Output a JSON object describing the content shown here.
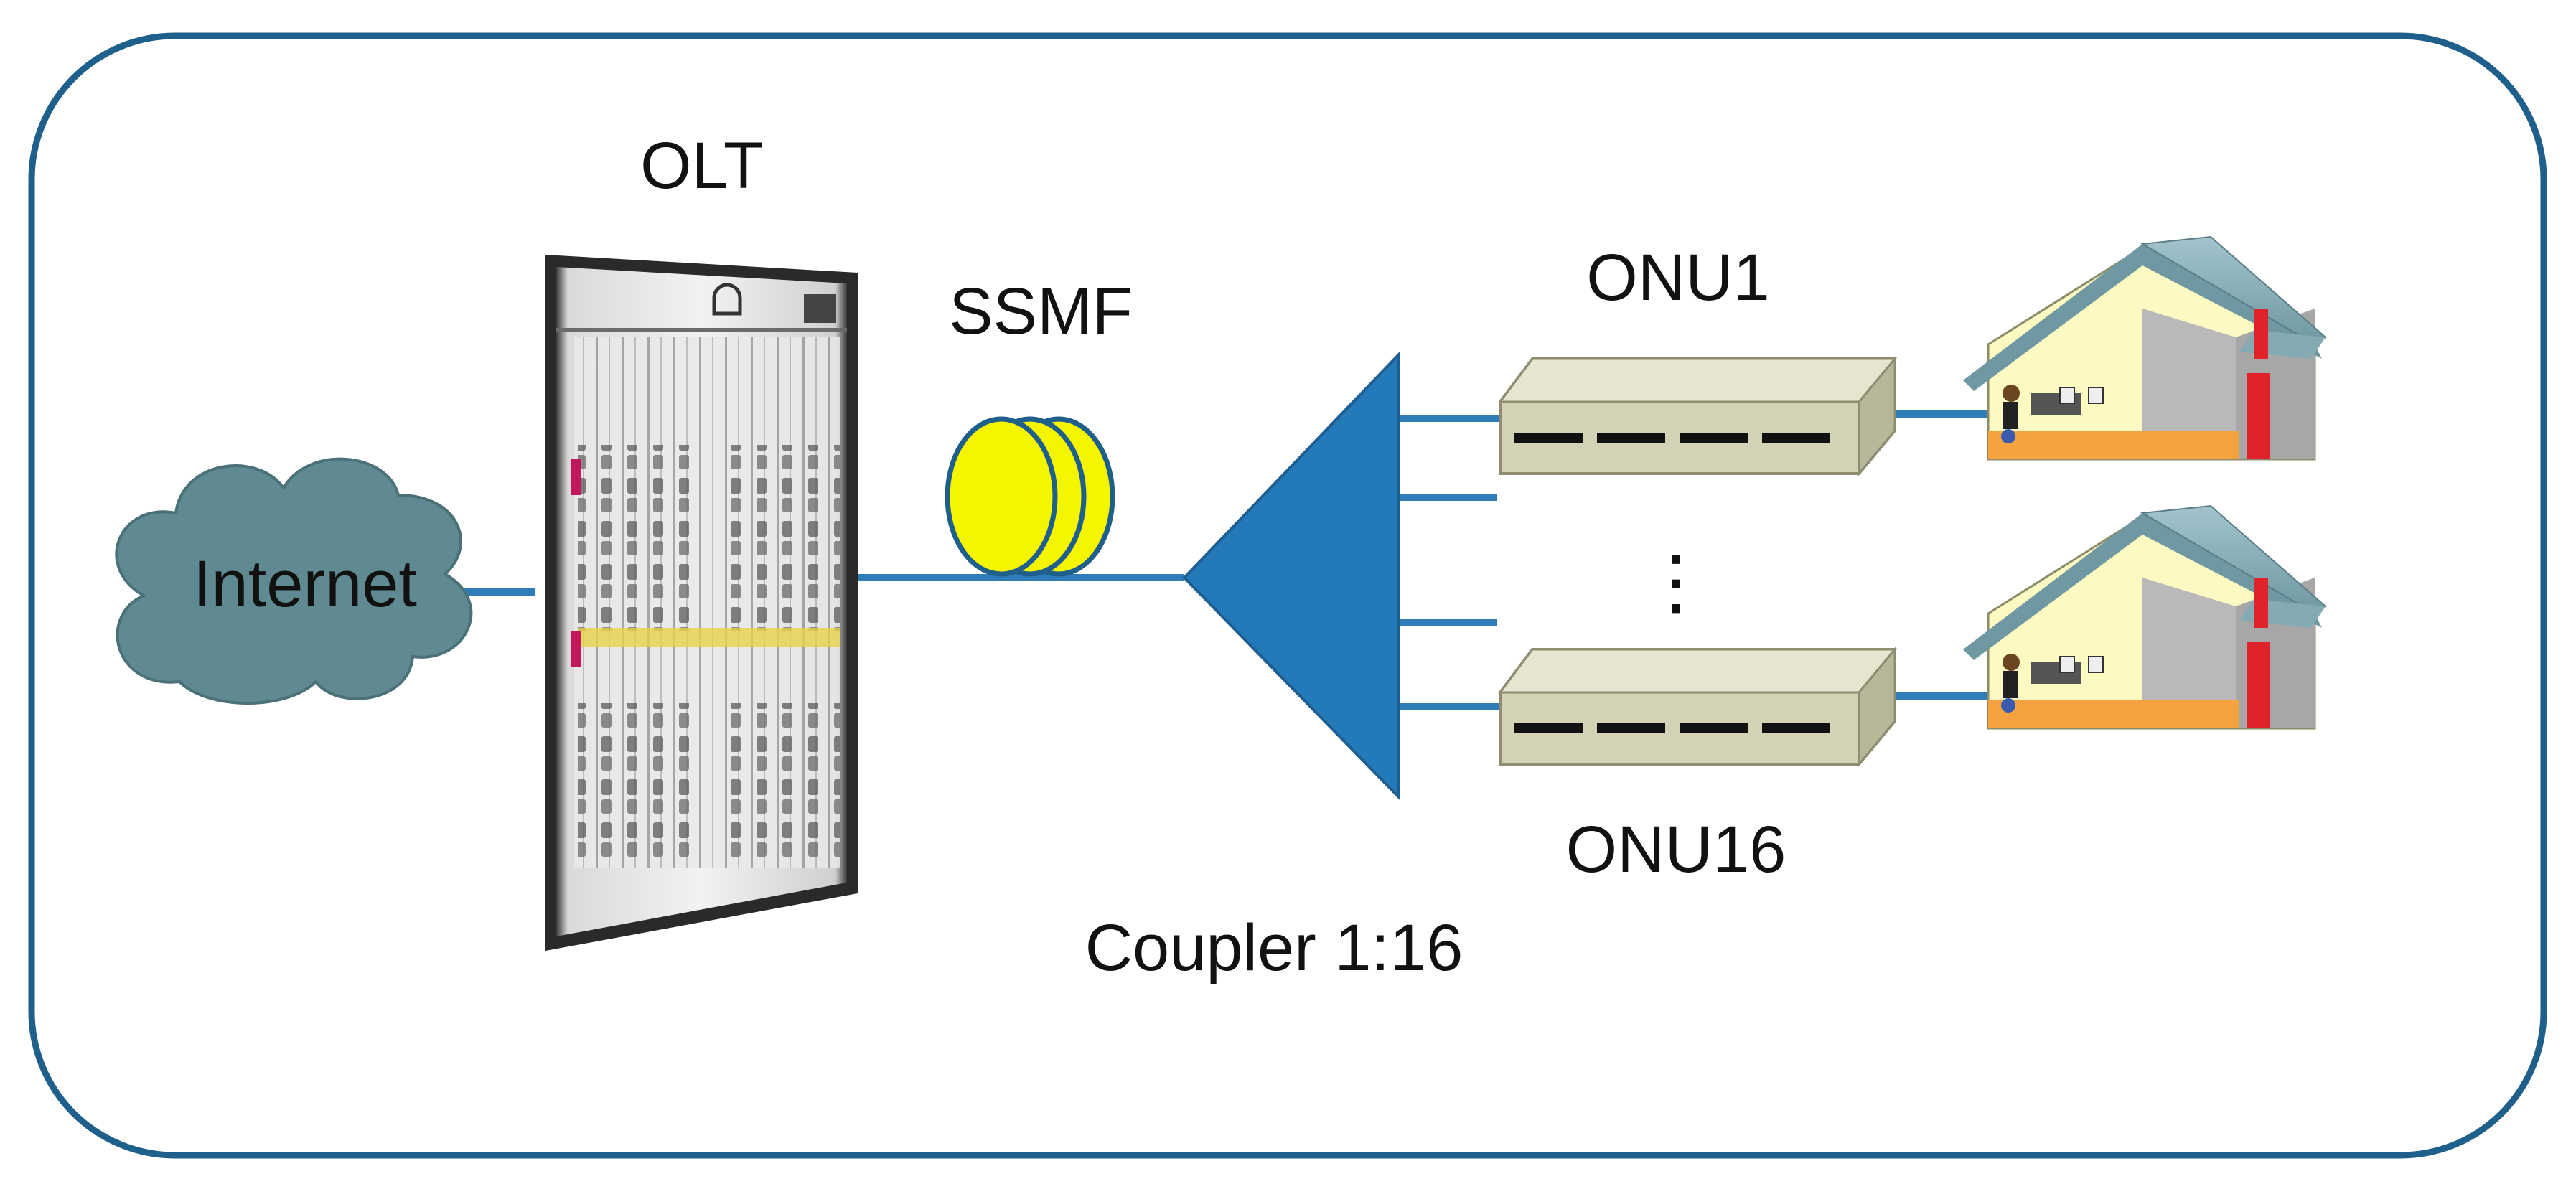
{
  "labels": {
    "internet": "Internet",
    "olt": "OLT",
    "ssmf": "SSMF",
    "onu_top": "ONU1",
    "onu_bottom": "ONU16",
    "ellipsis": "⋮",
    "coupler": "Coupler 1:16"
  },
  "colors": {
    "frame": "#1f5f8b",
    "fiber": "#2e7cb8",
    "coupler": "#2479b9",
    "cloud": "#5f8a91",
    "spool": "#f5f500",
    "onu_body": "#d3d2b6",
    "roof": "#86aab3",
    "wall": "#fdf9c3",
    "chimney": "#e0232b"
  },
  "icons": [
    "internet-cloud-icon",
    "olt-rack-icon",
    "fiber-spool-icon",
    "coupler-triangle-icon",
    "onu-box-icon",
    "house-icon"
  ]
}
